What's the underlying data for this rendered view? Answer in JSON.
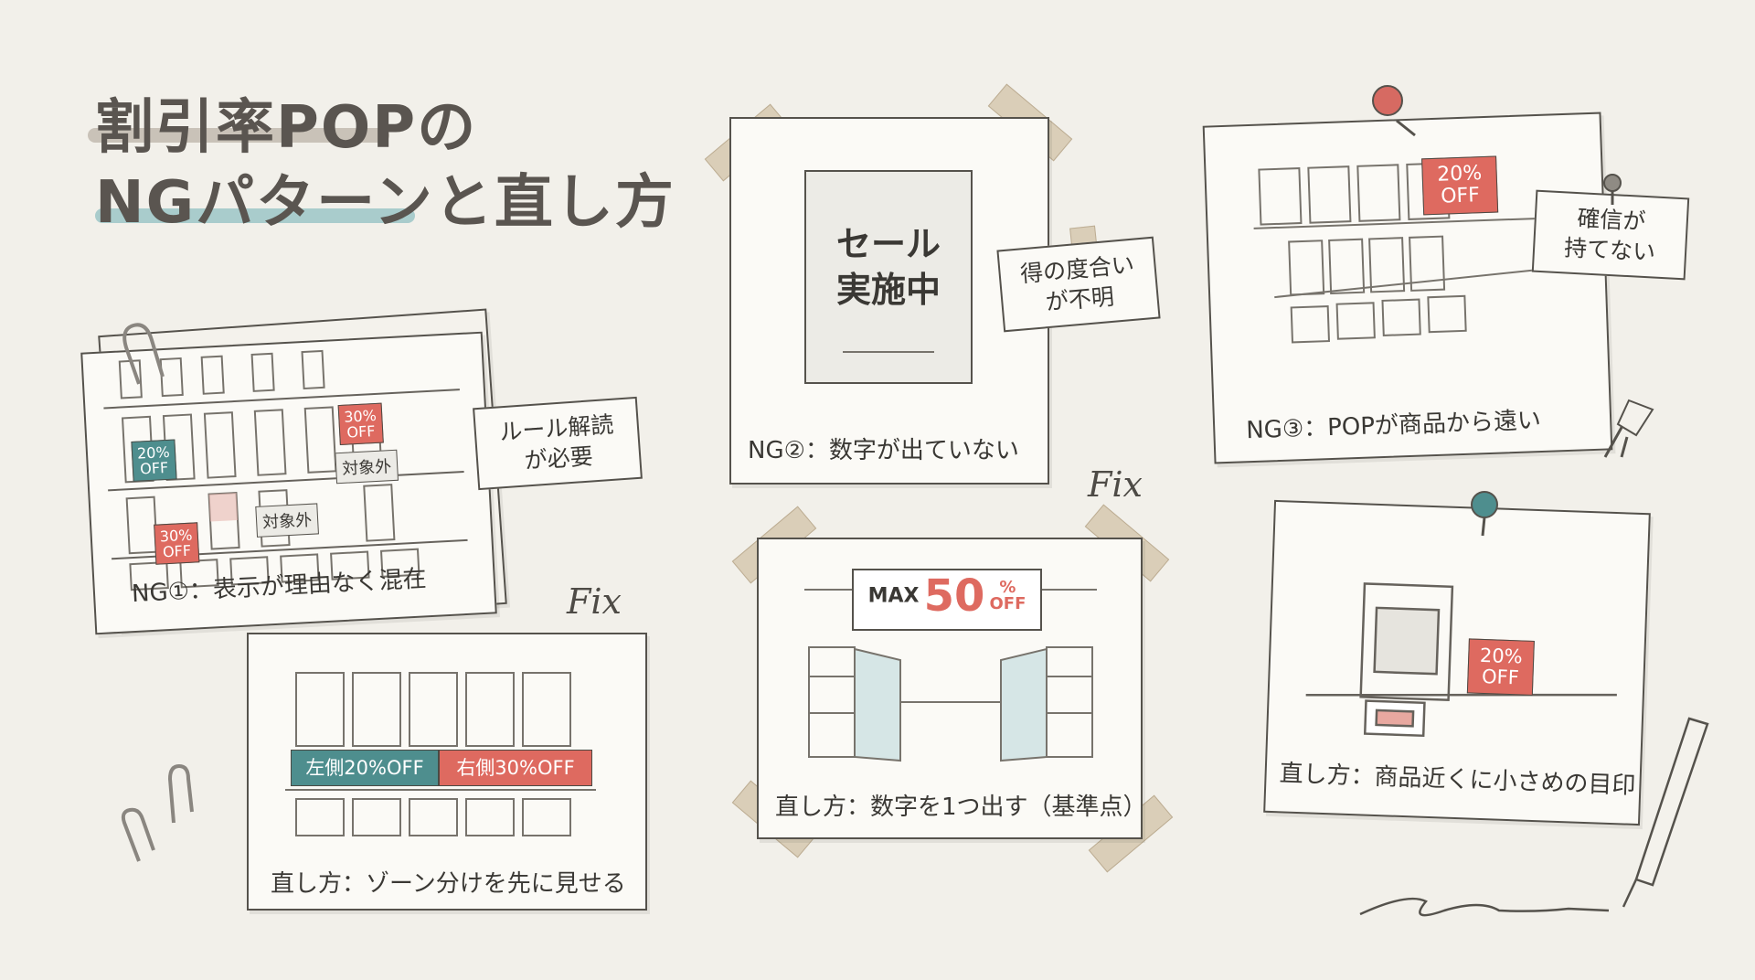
{
  "title": {
    "line1": "割引率POPの",
    "line2": "NGパターンと直し方"
  },
  "colors": {
    "teal": "#4e8e8e",
    "red": "#de6a60",
    "ink": "#55524c",
    "paper": "#fbfaf6",
    "background": "#f2f0ea"
  },
  "ng1": {
    "caption": "NG①：表示が理由なく混在",
    "bubble": [
      "ルール解読",
      "が必要"
    ],
    "tags": [
      {
        "pct": "20%",
        "off": "OFF"
      },
      {
        "pct": "30%",
        "off": "OFF"
      },
      {
        "pct": "30%",
        "off": "OFF"
      }
    ],
    "exclusion": [
      "対象外",
      "対象外"
    ]
  },
  "fix1": {
    "label": "Fix",
    "caption": "直し方：ゾーン分けを先に見せる",
    "left_banner": "左側20%OFF",
    "right_banner": "右側30%OFF"
  },
  "ng2": {
    "caption": "NG②：数字が出ていない",
    "poster": [
      "セール",
      "実施中"
    ],
    "bubble": [
      "得の度合い",
      "が不明"
    ]
  },
  "fix2": {
    "label": "Fix",
    "caption": "直し方：数字を1つ出す（基準点）",
    "banner_prefix": "MAX",
    "banner_number": "50",
    "banner_pct": "%",
    "banner_off": "OFF"
  },
  "ng3": {
    "caption": "NG③：POPが商品から遠い",
    "tag": {
      "pct": "20%",
      "off": "OFF"
    },
    "bubble": [
      "確信が",
      "持てない"
    ]
  },
  "fix3": {
    "caption": "直し方：商品近くに小さめの目印",
    "tag": {
      "pct": "20%",
      "off": "OFF"
    }
  },
  "icons": [
    "paperclip-icon",
    "pushpin-icon",
    "pen-icon",
    "tape-icon"
  ]
}
